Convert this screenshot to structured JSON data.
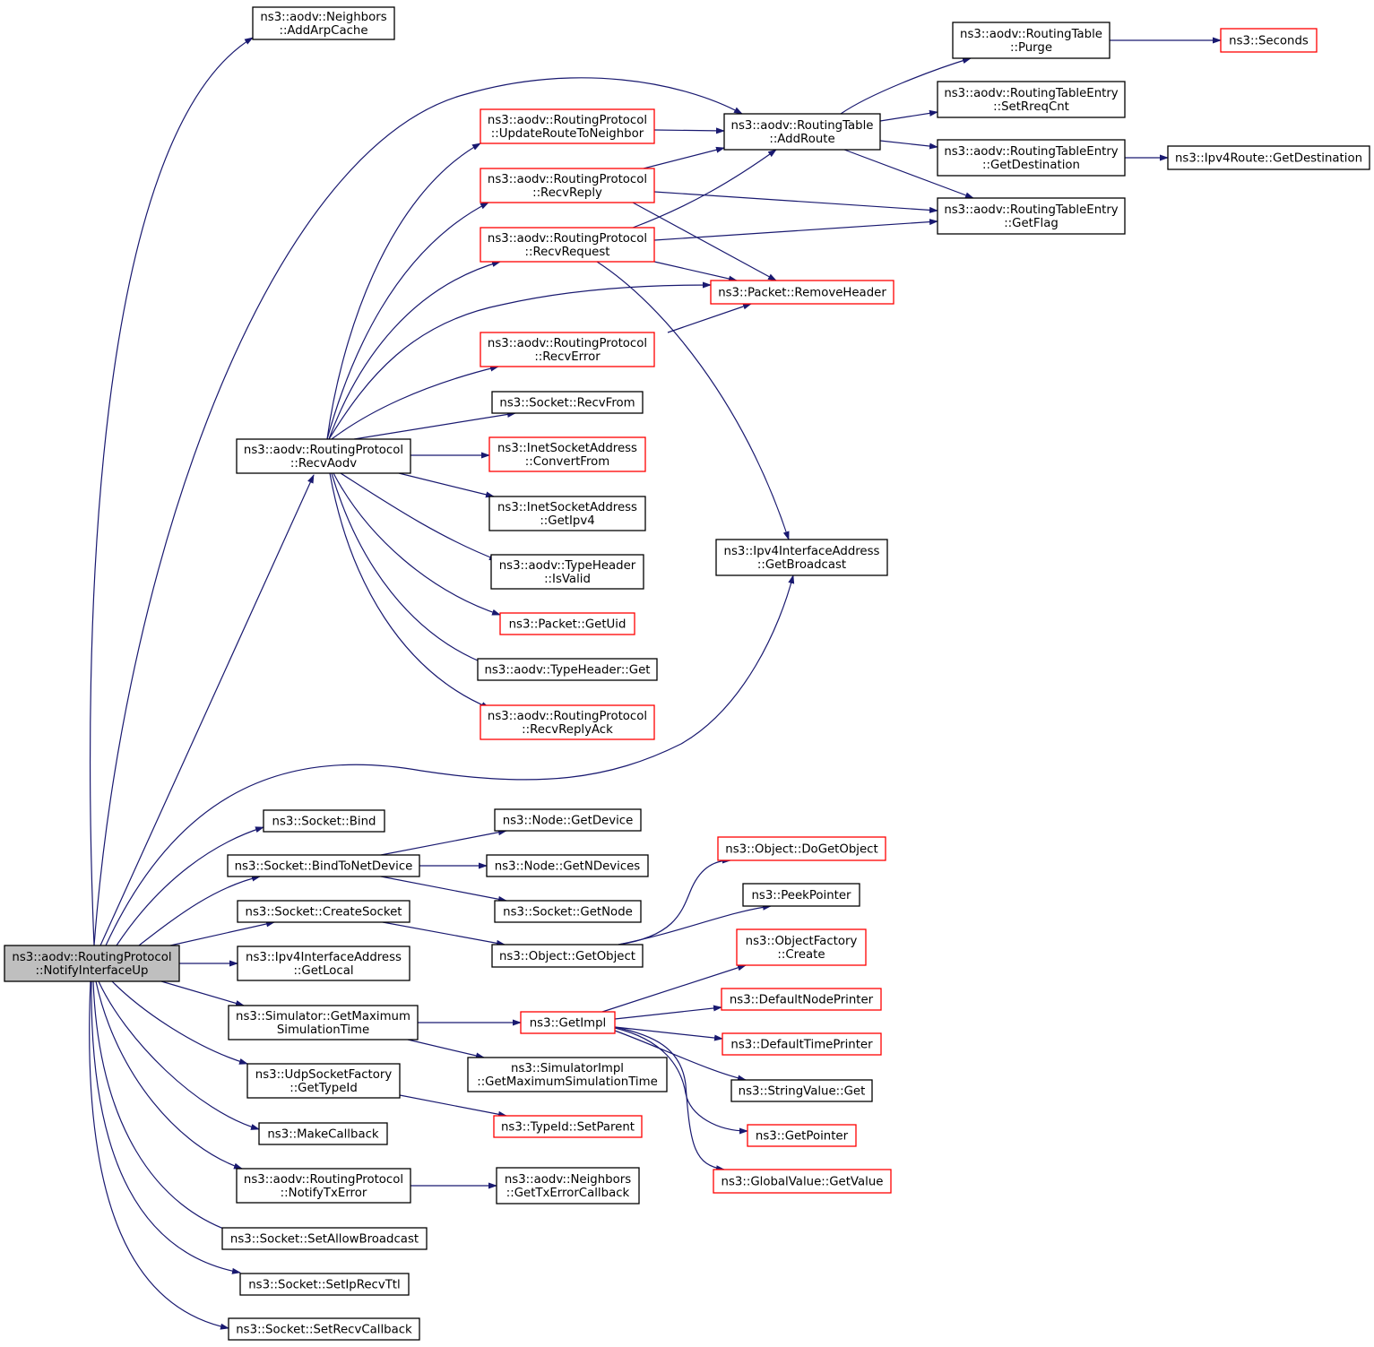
{
  "colors": {
    "edge": "#191970",
    "node_fill": "#ffffff",
    "node_border": "#000000",
    "node_border_incomplete": "#ff0000",
    "root_fill": "#bfbfbf"
  },
  "nodes": {
    "root": {
      "lines": [
        "ns3::aodv::RoutingProtocol",
        "::NotifyInterfaceUp"
      ],
      "border": "black",
      "root": true
    },
    "addArpCache": {
      "lines": [
        "ns3::aodv::Neighbors",
        "::AddArpCache"
      ],
      "border": "black"
    },
    "recvAodv": {
      "lines": [
        "ns3::aodv::RoutingProtocol",
        "::RecvAodv"
      ],
      "border": "black"
    },
    "updRoute": {
      "lines": [
        "ns3::aodv::RoutingProtocol",
        "::UpdateRouteToNeighbor"
      ],
      "border": "red"
    },
    "recvReply": {
      "lines": [
        "ns3::aodv::RoutingProtocol",
        "::RecvReply"
      ],
      "border": "red"
    },
    "recvRequest": {
      "lines": [
        "ns3::aodv::RoutingProtocol",
        "::RecvRequest"
      ],
      "border": "red"
    },
    "recvError": {
      "lines": [
        "ns3::aodv::RoutingProtocol",
        "::RecvError"
      ],
      "border": "red"
    },
    "recvFrom": {
      "lines": [
        "ns3::Socket::RecvFrom"
      ],
      "border": "black"
    },
    "convertFrom": {
      "lines": [
        "ns3::InetSocketAddress",
        "::ConvertFrom"
      ],
      "border": "red"
    },
    "getIpv4": {
      "lines": [
        "ns3::InetSocketAddress",
        "::GetIpv4"
      ],
      "border": "black"
    },
    "isValid": {
      "lines": [
        "ns3::aodv::TypeHeader",
        "::IsValid"
      ],
      "border": "black"
    },
    "getUid": {
      "lines": [
        "ns3::Packet::GetUid"
      ],
      "border": "red"
    },
    "typeHdrGet": {
      "lines": [
        "ns3::aodv::TypeHeader::Get"
      ],
      "border": "black"
    },
    "recvReplyAck": {
      "lines": [
        "ns3::aodv::RoutingProtocol",
        "::RecvReplyAck"
      ],
      "border": "red"
    },
    "addRoute": {
      "lines": [
        "ns3::aodv::RoutingTable",
        "::AddRoute"
      ],
      "border": "black"
    },
    "removeHeader": {
      "lines": [
        "ns3::Packet::RemoveHeader"
      ],
      "border": "red"
    },
    "getBroadcast": {
      "lines": [
        "ns3::Ipv4InterfaceAddress",
        "::GetBroadcast"
      ],
      "border": "black"
    },
    "purge": {
      "lines": [
        "ns3::aodv::RoutingTable",
        "::Purge"
      ],
      "border": "black"
    },
    "setRreqCnt": {
      "lines": [
        "ns3::aodv::RoutingTableEntry",
        "::SetRreqCnt"
      ],
      "border": "black"
    },
    "rteGetDest": {
      "lines": [
        "ns3::aodv::RoutingTableEntry",
        "::GetDestination"
      ],
      "border": "black"
    },
    "getFlag": {
      "lines": [
        "ns3::aodv::RoutingTableEntry",
        "::GetFlag"
      ],
      "border": "black"
    },
    "seconds": {
      "lines": [
        "ns3::Seconds"
      ],
      "border": "red"
    },
    "ipv4RouteGetDest": {
      "lines": [
        "ns3::Ipv4Route::GetDestination"
      ],
      "border": "black"
    },
    "socketBind": {
      "lines": [
        "ns3::Socket::Bind"
      ],
      "border": "black"
    },
    "bindToNetDevice": {
      "lines": [
        "ns3::Socket::BindToNetDevice"
      ],
      "border": "black"
    },
    "createSocket": {
      "lines": [
        "ns3::Socket::CreateSocket"
      ],
      "border": "black"
    },
    "getLocal": {
      "lines": [
        "ns3::Ipv4InterfaceAddress",
        "::GetLocal"
      ],
      "border": "black"
    },
    "getMaxSim": {
      "lines": [
        "ns3::Simulator::GetMaximum",
        "SimulationTime"
      ],
      "border": "black"
    },
    "udpGetTypeId": {
      "lines": [
        "ns3::UdpSocketFactory",
        "::GetTypeId"
      ],
      "border": "black"
    },
    "makeCallback": {
      "lines": [
        "ns3::MakeCallback"
      ],
      "border": "black"
    },
    "notifyTxError": {
      "lines": [
        "ns3::aodv::RoutingProtocol",
        "::NotifyTxError"
      ],
      "border": "black"
    },
    "setAllowBroadcast": {
      "lines": [
        "ns3::Socket::SetAllowBroadcast"
      ],
      "border": "black"
    },
    "setIpRecvTtl": {
      "lines": [
        "ns3::Socket::SetIpRecvTtl"
      ],
      "border": "black"
    },
    "setRecvCallback": {
      "lines": [
        "ns3::Socket::SetRecvCallback"
      ],
      "border": "black"
    },
    "nodeGetDevice": {
      "lines": [
        "ns3::Node::GetDevice"
      ],
      "border": "black"
    },
    "nodeGetNDevices": {
      "lines": [
        "ns3::Node::GetNDevices"
      ],
      "border": "black"
    },
    "socketGetNode": {
      "lines": [
        "ns3::Socket::GetNode"
      ],
      "border": "black"
    },
    "objGetObject": {
      "lines": [
        "ns3::Object::GetObject"
      ],
      "border": "black"
    },
    "doGetObject": {
      "lines": [
        "ns3::Object::DoGetObject"
      ],
      "border": "red"
    },
    "peekPointer": {
      "lines": [
        "ns3::PeekPointer"
      ],
      "border": "black"
    },
    "objFactoryCreate": {
      "lines": [
        "ns3::ObjectFactory",
        "::Create"
      ],
      "border": "red"
    },
    "getImpl": {
      "lines": [
        "ns3::GetImpl"
      ],
      "border": "red"
    },
    "defNodePrinter": {
      "lines": [
        "ns3::DefaultNodePrinter"
      ],
      "border": "red"
    },
    "defTimePrinter": {
      "lines": [
        "ns3::DefaultTimePrinter"
      ],
      "border": "red"
    },
    "stringValueGet": {
      "lines": [
        "ns3::StringValue::Get"
      ],
      "border": "black"
    },
    "getPointer": {
      "lines": [
        "ns3::GetPointer"
      ],
      "border": "red"
    },
    "globalGetValue": {
      "lines": [
        "ns3::GlobalValue::GetValue"
      ],
      "border": "red"
    },
    "simImplGetMax": {
      "lines": [
        "ns3::SimulatorImpl",
        "::GetMaximumSimulationTime"
      ],
      "border": "black"
    },
    "setParent": {
      "lines": [
        "ns3::TypeId::SetParent"
      ],
      "border": "red"
    },
    "getTxErrCb": {
      "lines": [
        "ns3::aodv::Neighbors",
        "::GetTxErrorCallback"
      ],
      "border": "black"
    }
  }
}
